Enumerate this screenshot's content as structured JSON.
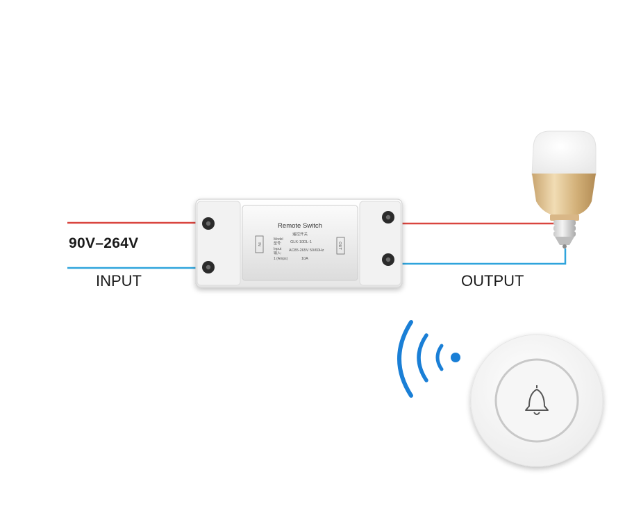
{
  "labels": {
    "voltage": "90V–264V",
    "input": "INPUT",
    "output": "OUTPUT"
  },
  "device": {
    "title": "Remote Switch",
    "title_cn": "遥控开关",
    "model_label": "Model",
    "model_label_cn": "型号:",
    "model_value": "GLK-10DL-1",
    "input_label": "Input",
    "input_label_cn": "输入:",
    "input_value": "AC85-265V 50/60Hz",
    "power_label": "1 (Amps)",
    "power_value": "10A",
    "left_terminal": "IN",
    "right_terminal": "OUT"
  },
  "colors": {
    "live_wire": "#d9453f",
    "neutral_wire": "#2fa4dc",
    "signal": "#1a7fd6",
    "bulb_base": "#d7b987"
  },
  "icons": {
    "remote_button": "bell-icon",
    "signal": "wireless-signal-icon",
    "lamp": "light-bulb-icon"
  }
}
